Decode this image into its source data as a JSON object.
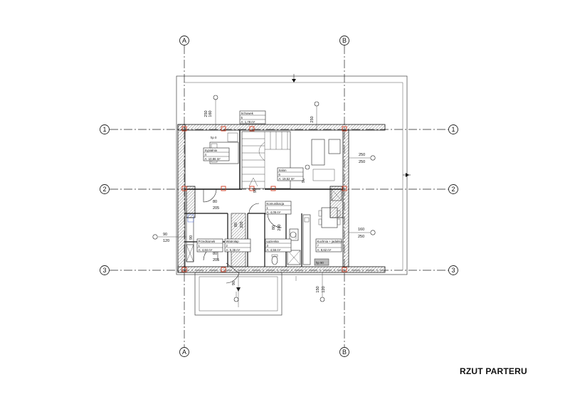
{
  "title": "RZUT PARTERU",
  "axes": {
    "vertical": [
      "A",
      "B"
    ],
    "horizontal": [
      "1",
      "2",
      "3"
    ]
  },
  "rooms": [
    {
      "name": "Sypialnia",
      "num": "4",
      "area": "A: 10,86 m²"
    },
    {
      "name": "Salon",
      "num": "6",
      "area": "A: 19,52 m²"
    },
    {
      "name": "Schowek",
      "num": "5",
      "area": "A: 1,78 m²"
    },
    {
      "name": "Komunikacja",
      "num": "1",
      "area": "A: 4,05 m²"
    },
    {
      "name": "Przedsionek",
      "num": "1",
      "area": "A: 4,84 m²"
    },
    {
      "name": "Wiatrołap",
      "num": "2",
      "area": "A: 5,36 m²"
    },
    {
      "name": "Łazienka",
      "num": "3",
      "area": "A: 4,56 m²"
    },
    {
      "name": "Kuchnia + jadalnia",
      "num": "7",
      "area": "A: 8,62 m²"
    }
  ],
  "dims": {
    "d160": "160",
    "d250": "250",
    "d80": "80",
    "d205": "205",
    "d90": "90",
    "d120": "120",
    "d200": "200",
    "d150": "150"
  },
  "notes": {
    "hp0": "hp 0",
    "hp90": "hp 90"
  }
}
